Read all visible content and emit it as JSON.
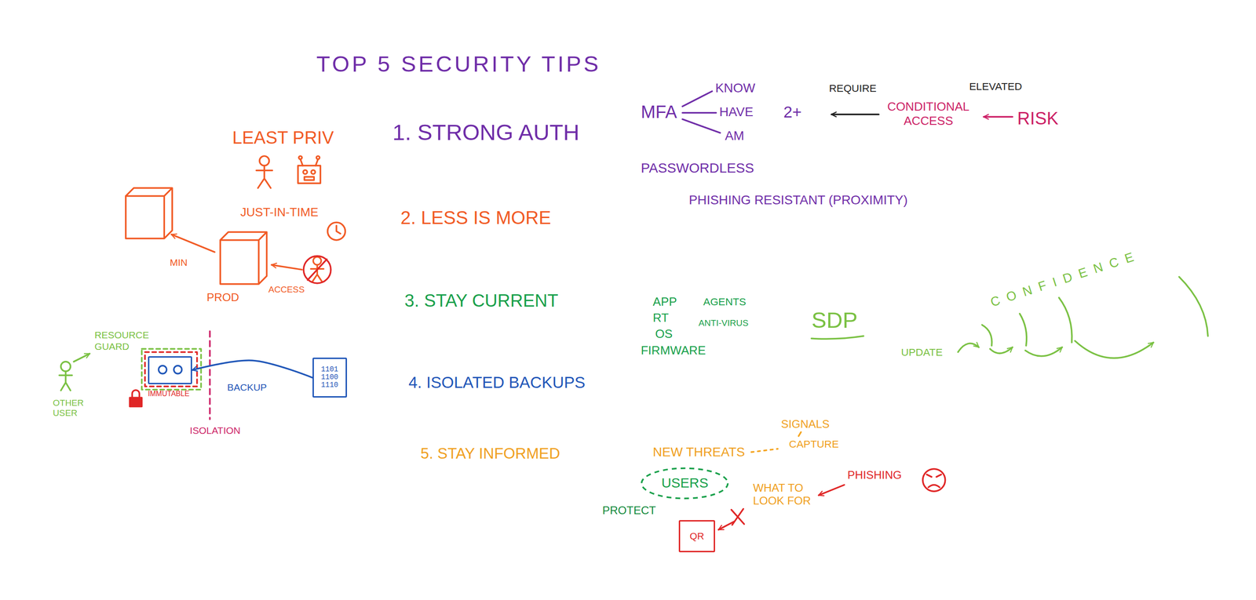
{
  "diagram": {
    "title": "TOP 5 SECURITY TIPS",
    "nodes": [
      {
        "text": [
          "IMMUTABLE"
        ]
      },
      {
        "text": [
          "1101 1100 1110"
        ]
      },
      {
        "text": [
          "USERS"
        ]
      },
      {
        "text": [
          "QR"
        ]
      }
    ],
    "edges": [
      {
        "from": 1,
        "to": 0,
        "arrow": "to",
        "label": "BACKUP"
      }
    ],
    "labels": [
      "1. STRONG AUTH",
      "2. LESS IS MORE",
      "3. STAY CURRENT",
      "4. ISOLATED BACKUPS",
      "5. STAY INFORMED",
      "MFA",
      "KNOW",
      "HAVE",
      "AM",
      "2+",
      "REQUIRE",
      "ELEVATED",
      "CONDITIONAL ACCESS",
      "RISK",
      "PASSWORDLESS",
      "PHISHING RESISTANT (PROXIMITY)",
      "LEAST PRIV",
      "JUST-IN-TIME",
      "MIN",
      "PROD",
      "ACCESS",
      "APP",
      "RT",
      "OS",
      "FIRMWARE",
      "AGENTS",
      "ANTI-VIRUS",
      "SDP",
      "CONFIDENCE",
      "UPDATE",
      "RESOURCE GUARD",
      "OTHER USER",
      "ISOLATION",
      "NEW THREATS",
      "SIGNALS",
      "CAPTURE",
      "PROTECT",
      "WHAT TO LOOK FOR",
      "PHISHING"
    ]
  }
}
